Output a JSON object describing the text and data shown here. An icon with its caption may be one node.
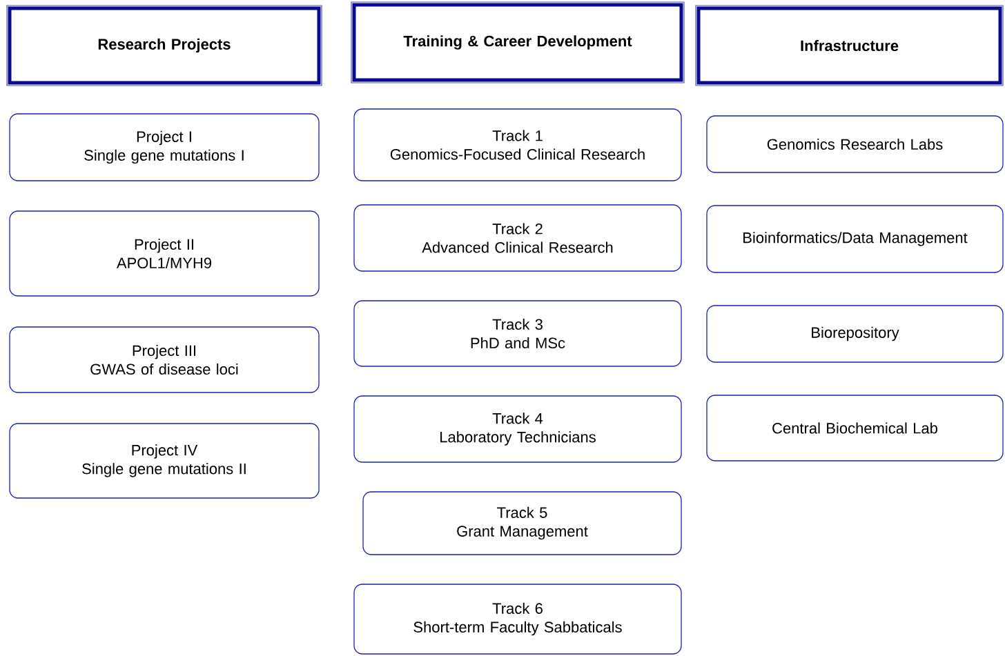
{
  "diagram": {
    "nodes": [
      {
        "text": [
          "Research Projects"
        ]
      },
      {
        "text": [
          "Training & Career Development"
        ]
      },
      {
        "text": [
          "Infrastructure"
        ]
      },
      {
        "text": [
          "Project I",
          "Single gene mutations I"
        ]
      },
      {
        "text": [
          "Track 1",
          "Genomics-Focused Clinical Research"
        ]
      },
      {
        "text": [
          "Genomics Research Labs"
        ]
      },
      {
        "text": [
          "Track 2",
          "Advanced Clinical Research"
        ]
      },
      {
        "text": [
          "Bioinformatics/Data Management"
        ]
      },
      {
        "text": [
          "Project II",
          "APOL1/MYH9"
        ]
      },
      {
        "text": [
          "Track 3",
          "PhD and MSc"
        ]
      },
      {
        "text": [
          "Biorepository"
        ]
      },
      {
        "text": [
          "Project III",
          "GWAS of disease loci"
        ]
      },
      {
        "text": [
          "Track 4",
          "Laboratory Technicians"
        ]
      },
      {
        "text": [
          "Central Biochemical Lab"
        ]
      },
      {
        "text": [
          "Project IV",
          "Single gene mutations II"
        ]
      },
      {
        "text": [
          "Track 5",
          "Grant Management"
        ]
      },
      {
        "text": [
          "Track 6",
          "Short-term Faculty Sabbaticals"
        ]
      }
    ]
  }
}
